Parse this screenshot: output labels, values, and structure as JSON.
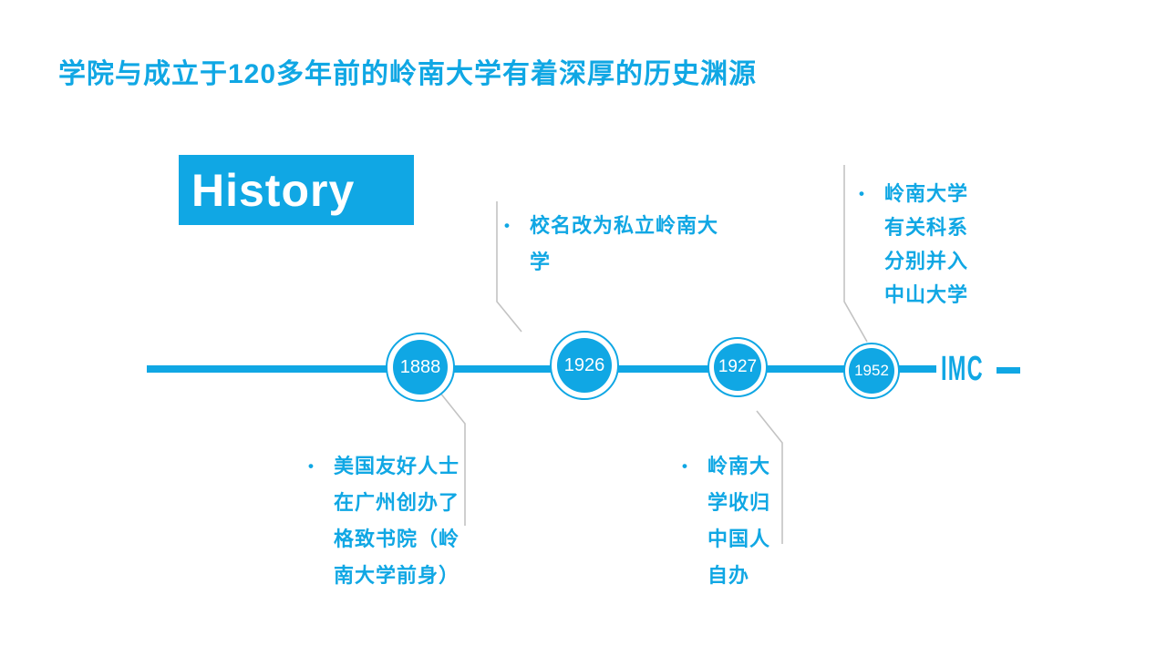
{
  "slide": {
    "title": "学院与成立于120多年前的岭南大学有着深厚的历史渊源",
    "history_label": "History",
    "bullet_char": "•"
  },
  "timeline": {
    "end_label": "IMC",
    "events": [
      {
        "year": "1888"
      },
      {
        "year": "1926"
      },
      {
        "year": "1927"
      },
      {
        "year": "1952"
      }
    ]
  },
  "notes": [
    {
      "year": "1888",
      "position": "below-line",
      "lines": [
        "美国友好人士",
        "在广州创办了",
        "格致书院（岭",
        "南大学前身）"
      ]
    },
    {
      "year": "1926",
      "position": "above-line",
      "lines": [
        "校名改为私立岭南大",
        "学"
      ]
    },
    {
      "year": "1927",
      "position": "below-line",
      "lines": [
        "岭南大",
        "学收归",
        "中国人",
        "自办"
      ]
    },
    {
      "year": "1952",
      "position": "above-line",
      "lines": [
        "岭南大学",
        "有关科系",
        "分别并入",
        "中山大学"
      ]
    }
  ],
  "colors": {
    "accent_blue": "#10A7E4",
    "connector_gray": "#C3C3C3",
    "node_text_white": "#FFFFFF",
    "background": "#FFFFFF"
  }
}
